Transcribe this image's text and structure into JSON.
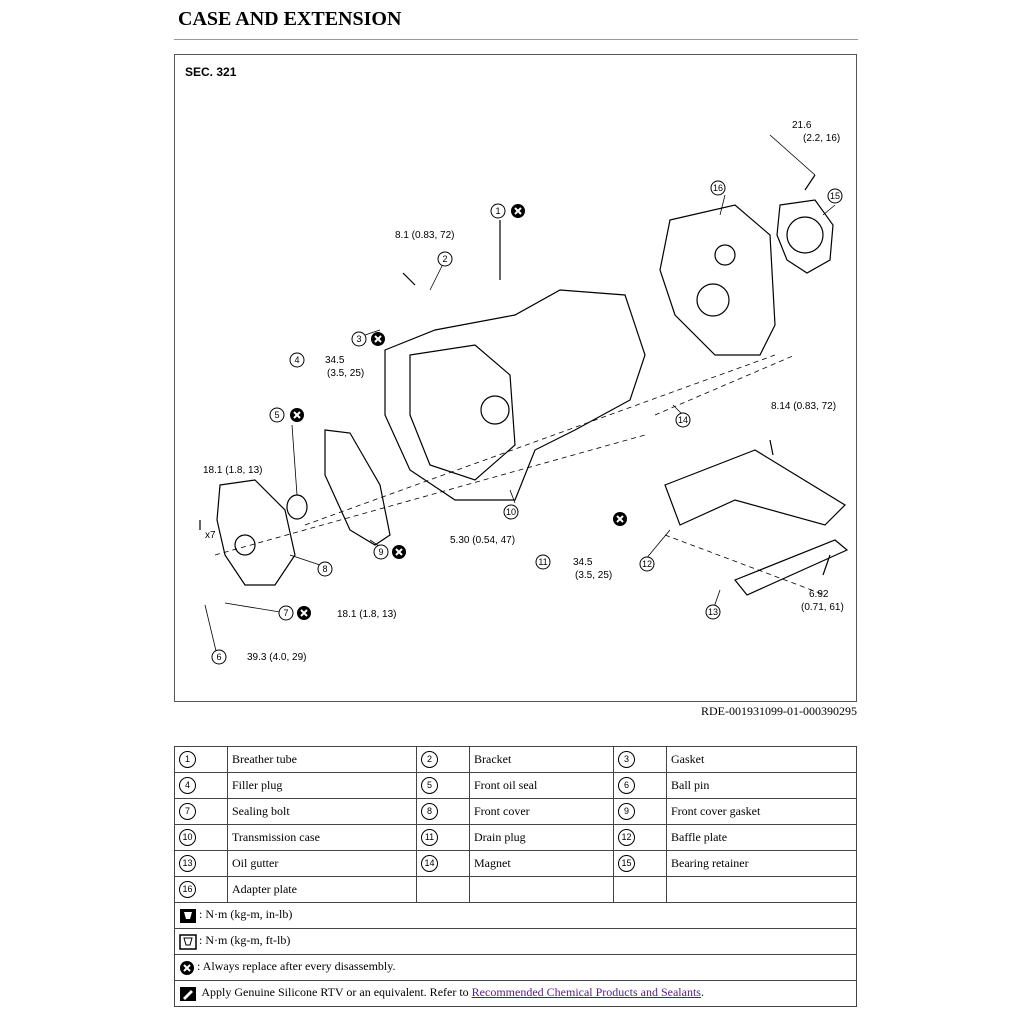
{
  "header": {
    "title": "CASE AND EXTENSION"
  },
  "figure": {
    "section": "SEC. 321",
    "figure_id": "RDE-001931099-01-000390295",
    "callouts": {
      "c1": "21.6",
      "c1b": "(2.2, 16)",
      "c2": "8.1 (0.83, 72)",
      "c3": "34.5",
      "c3b": "(3.5, 25)",
      "c4": "8.14 (0.83, 72)",
      "c5": "18.1 (1.8, 13)",
      "c6": "x7",
      "c7": "5.30 (0.54, 47)",
      "c8": "34.5",
      "c8b": "(3.5, 25)",
      "c9": "6.92",
      "c9b": "(0.71, 61)",
      "c10": "18.1 (1.8, 13)",
      "c11": "39.3 (4.0, 29)"
    },
    "part_numbers": [
      "1",
      "2",
      "3",
      "4",
      "5",
      "6",
      "7",
      "8",
      "9",
      "10",
      "11",
      "12",
      "13",
      "14",
      "15",
      "16"
    ]
  },
  "parts": [
    [
      {
        "num": "1",
        "name": "Breather tube"
      },
      {
        "num": "2",
        "name": "Bracket"
      },
      {
        "num": "3",
        "name": "Gasket"
      }
    ],
    [
      {
        "num": "4",
        "name": "Filler plug"
      },
      {
        "num": "5",
        "name": "Front oil seal"
      },
      {
        "num": "6",
        "name": "Ball pin"
      }
    ],
    [
      {
        "num": "7",
        "name": "Sealing bolt"
      },
      {
        "num": "8",
        "name": "Front cover"
      },
      {
        "num": "9",
        "name": "Front cover gasket"
      }
    ],
    [
      {
        "num": "10",
        "name": "Transmission case"
      },
      {
        "num": "11",
        "name": "Drain plug"
      },
      {
        "num": "12",
        "name": "Baffle plate"
      }
    ],
    [
      {
        "num": "13",
        "name": "Oil gutter"
      },
      {
        "num": "14",
        "name": "Magnet"
      },
      {
        "num": "15",
        "name": "Bearing retainer"
      }
    ],
    [
      {
        "num": "16",
        "name": "Adapter plate"
      },
      {
        "num": "",
        "name": ""
      },
      {
        "num": "",
        "name": ""
      }
    ]
  ],
  "legend": {
    "torque_in_lb": ": N·m (kg-m, in-lb)",
    "torque_ft_lb": ": N·m (kg-m, ft-lb)",
    "replace": ": Always replace after every disassembly.",
    "rtv_text": " Apply Genuine Silicone RTV or an equivalent. Refer to ",
    "rtv_link": "Recommended Chemical Products and Sealants",
    "rtv_end": "."
  }
}
